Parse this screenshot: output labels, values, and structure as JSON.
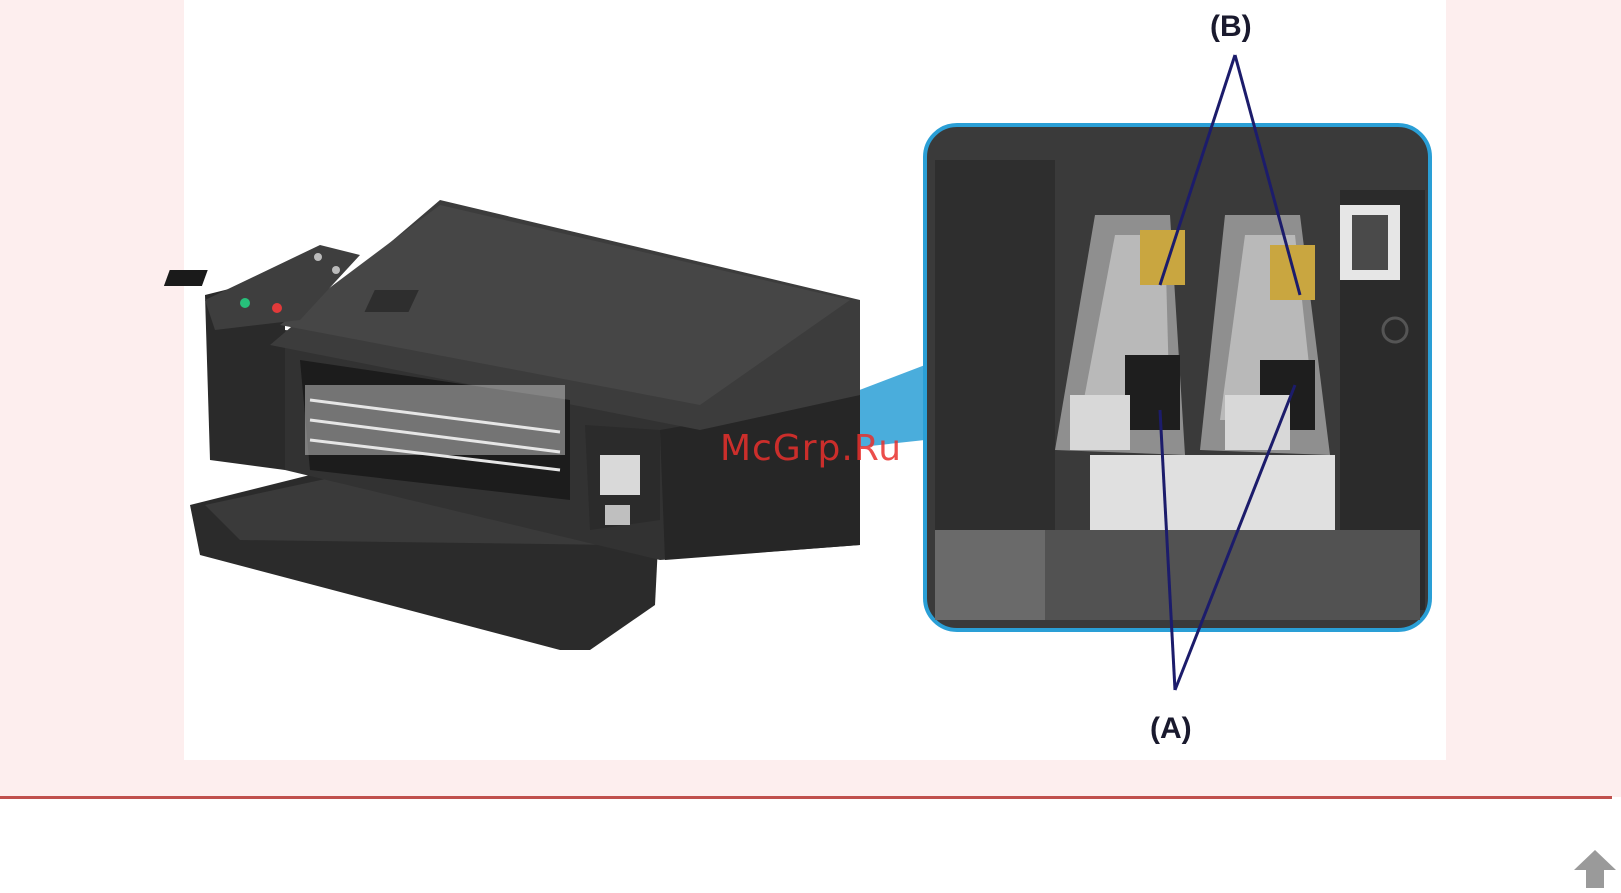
{
  "figure": {
    "label_b": "(B)",
    "label_a": "(A)"
  },
  "watermark": {
    "text": "McGrp.Ru"
  },
  "colors": {
    "page_background": "#fdeeee",
    "divider": "#c0504d",
    "callout_frame": "#2a9fd6",
    "leader_lines": "#1c1c6b",
    "watermark": "#e8302c"
  },
  "icons": {
    "scroll_top": "arrow-up-icon"
  }
}
